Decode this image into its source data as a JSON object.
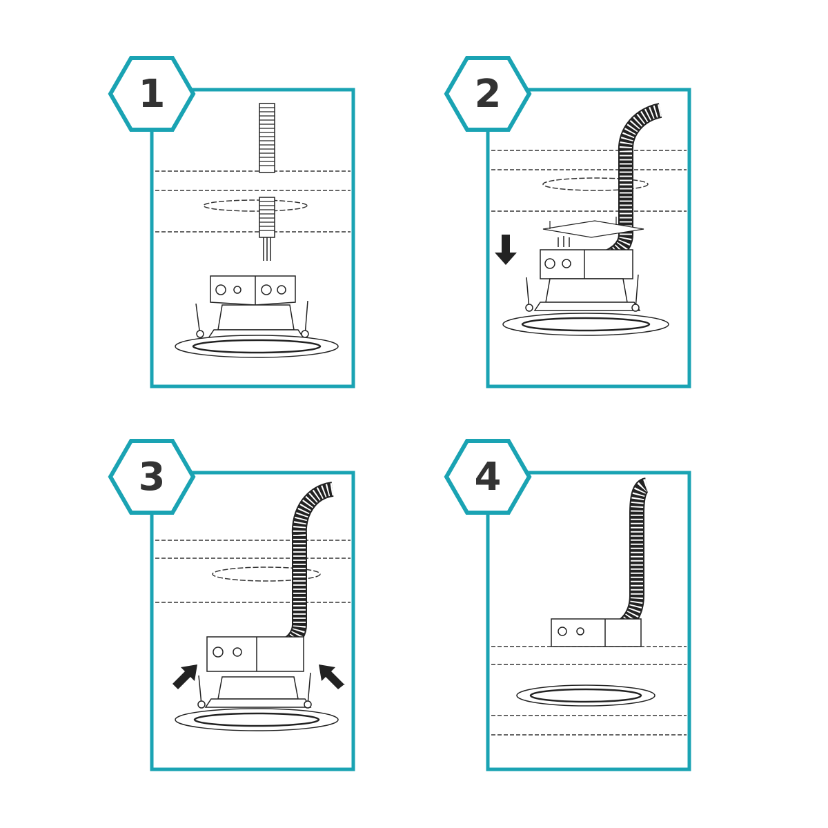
{
  "colors": {
    "accent": "#1aa3b3",
    "ink": "#333333",
    "line": "#222222",
    "background": "#ffffff"
  },
  "steps": [
    {
      "number": "1",
      "icons": [
        "flexible-conduit-icon",
        "wire-leads-icon",
        "junction-box-icon",
        "recessed-light-fixture-icon"
      ]
    },
    {
      "number": "2",
      "icons": [
        "flexible-conduit-icon",
        "junction-box-cover-plate-icon",
        "down-arrow-icon",
        "recessed-light-fixture-icon"
      ]
    },
    {
      "number": "3",
      "icons": [
        "flexible-conduit-icon",
        "junction-box-icon",
        "push-up-arrow-left-icon",
        "push-up-arrow-right-icon",
        "recessed-light-fixture-icon"
      ]
    },
    {
      "number": "4",
      "icons": [
        "flexible-conduit-icon",
        "junction-box-icon",
        "installed-trim-ring-icon"
      ]
    }
  ]
}
